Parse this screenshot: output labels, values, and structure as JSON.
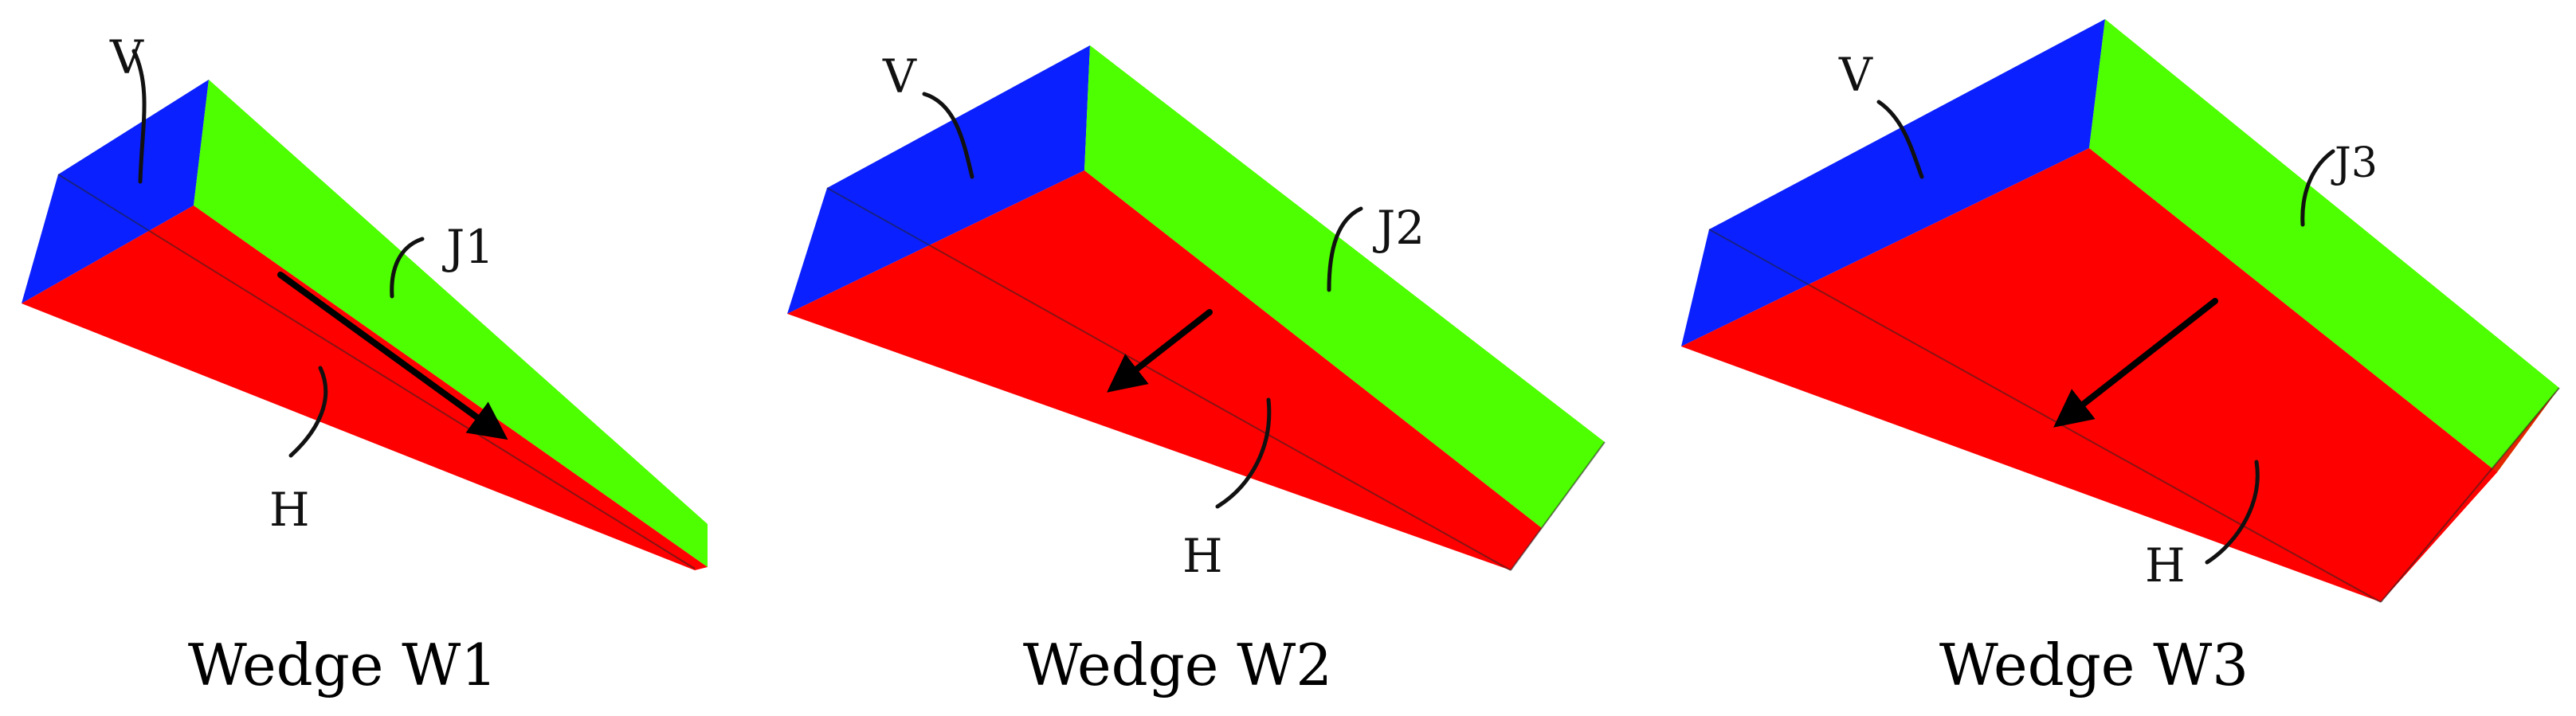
{
  "colors": {
    "face_v": "#0a20ff",
    "face_j": "#4dff00",
    "face_h": "#ff0000",
    "arrow": "#000000"
  },
  "wedges": [
    {
      "caption": "Wedge W1",
      "labels": {
        "v": "V",
        "j": "J1",
        "h": "H"
      }
    },
    {
      "caption": "Wedge W2",
      "labels": {
        "v": "V",
        "j": "J2",
        "h": "H"
      }
    },
    {
      "caption": "Wedge W3",
      "labels": {
        "v": "V",
        "j": "J3",
        "h": "H"
      }
    }
  ]
}
